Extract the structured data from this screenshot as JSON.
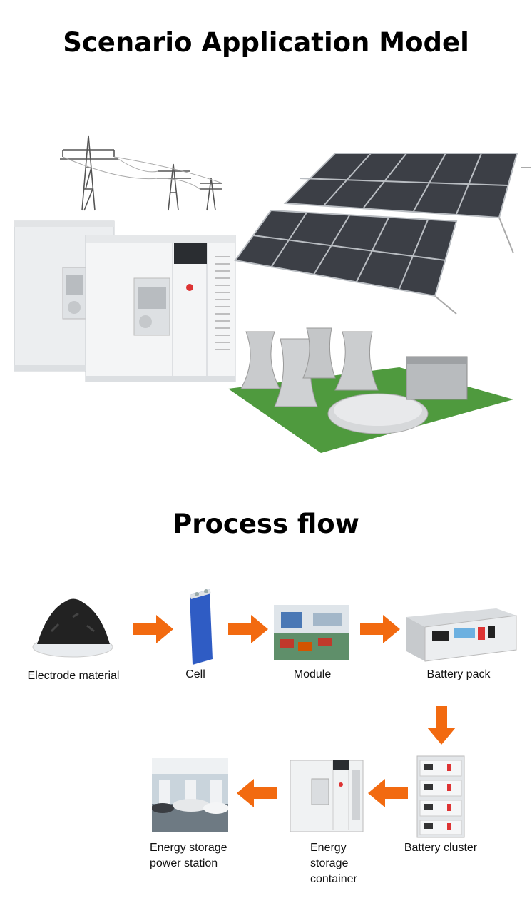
{
  "titles": {
    "scenario": "Scenario Application Model",
    "process": "Process flow"
  },
  "steps": {
    "electrode": "Electrode material",
    "cell": "Cell",
    "module": "Module",
    "pack": "Battery pack",
    "cluster": "Battery cluster",
    "container_l1": "Energy",
    "container_l2": "storage",
    "container_l3": "container",
    "station_l1": "Energy storage",
    "station_l2": "power station"
  },
  "colors": {
    "arrow": "#f26a10",
    "panel": "#3c3f46",
    "cabinet": "#eef0f2",
    "grass": "#4f9a3e"
  },
  "icons": {
    "arrow": "orange-arrow-icon"
  }
}
